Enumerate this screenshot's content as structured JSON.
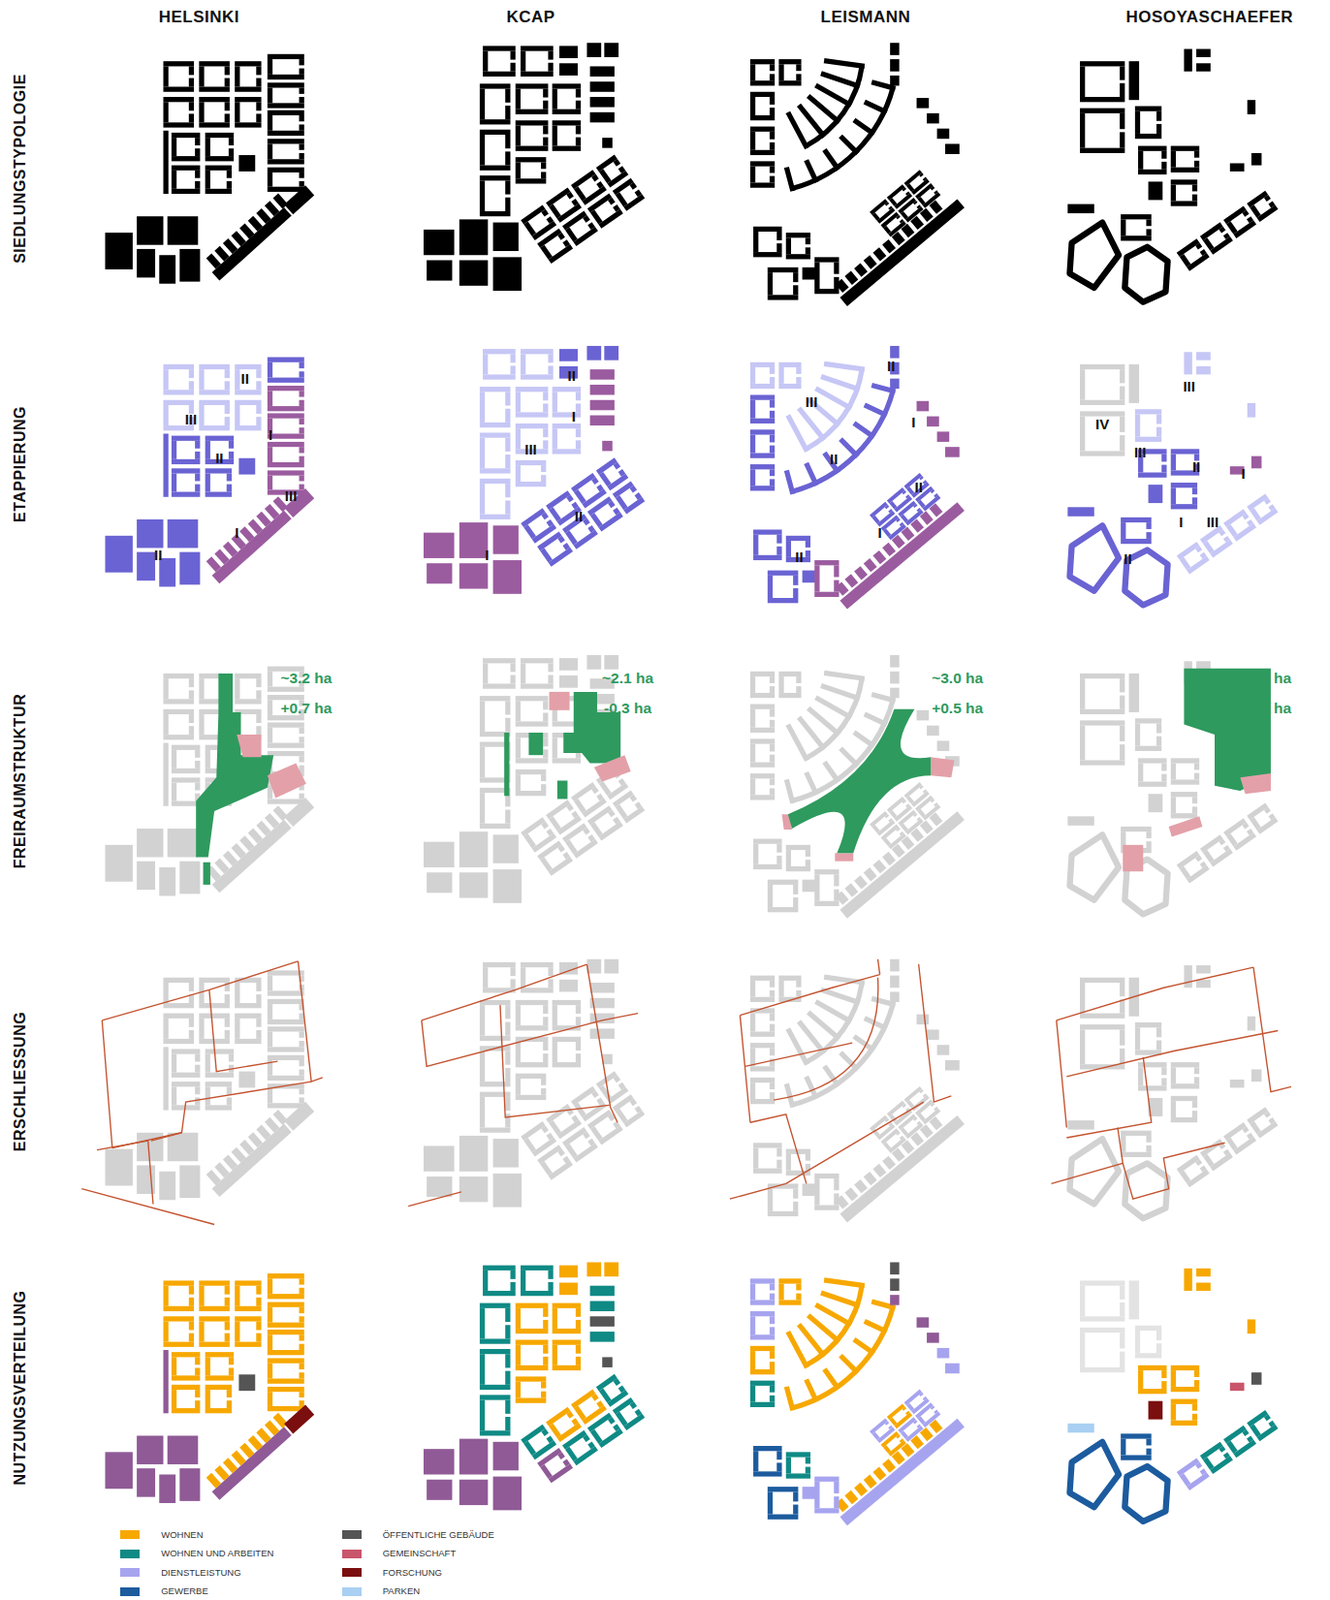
{
  "diagram": {
    "labels": [
      "HELSINKI",
      "KCAP",
      "LEISMANN",
      "HOSOYASCHAEFER",
      "SIEDLUNGSTYPOLOGIE",
      "ETAPPIERUNG",
      "FREIRAUMSTRUKTUR",
      "ERSCHLIESSUNG",
      "NUTZUNGSVERTEILUNG",
      "II",
      "III",
      "I",
      "II",
      "III",
      "I",
      "II",
      "II",
      "I",
      "III",
      "II",
      "I",
      "II",
      "III",
      "I",
      "II",
      "II",
      "I",
      "II",
      "III",
      "IV",
      "III",
      "II",
      "I",
      "I",
      "III",
      "II",
      "~3.2 ha",
      "+0.7 ha",
      "~2.1 ha",
      "-0.3 ha",
      "~3.0 ha",
      "+0.5 ha",
      "~3.3 ha",
      "+0.8 ha"
    ],
    "legend": [
      {
        "text": "WOHNEN",
        "color": "#f7a800"
      },
      {
        "text": "WOHNEN UND ARBEITEN",
        "color": "#0f8a85"
      },
      {
        "text": "DIENSTLEISTUNG",
        "color": "#a7a4ef"
      },
      {
        "text": "GEWERBE",
        "color": "#1c5b9e"
      },
      {
        "text": "ÖFFENTLICHE GEBÄUDE",
        "color": "#555555"
      },
      {
        "text": "GEMEINSCHAFT",
        "color": "#c9566b"
      },
      {
        "text": "FORSCHUNG",
        "color": "#7b0e0e"
      },
      {
        "text": "PARKEN",
        "color": "#a9cff2"
      }
    ]
  }
}
